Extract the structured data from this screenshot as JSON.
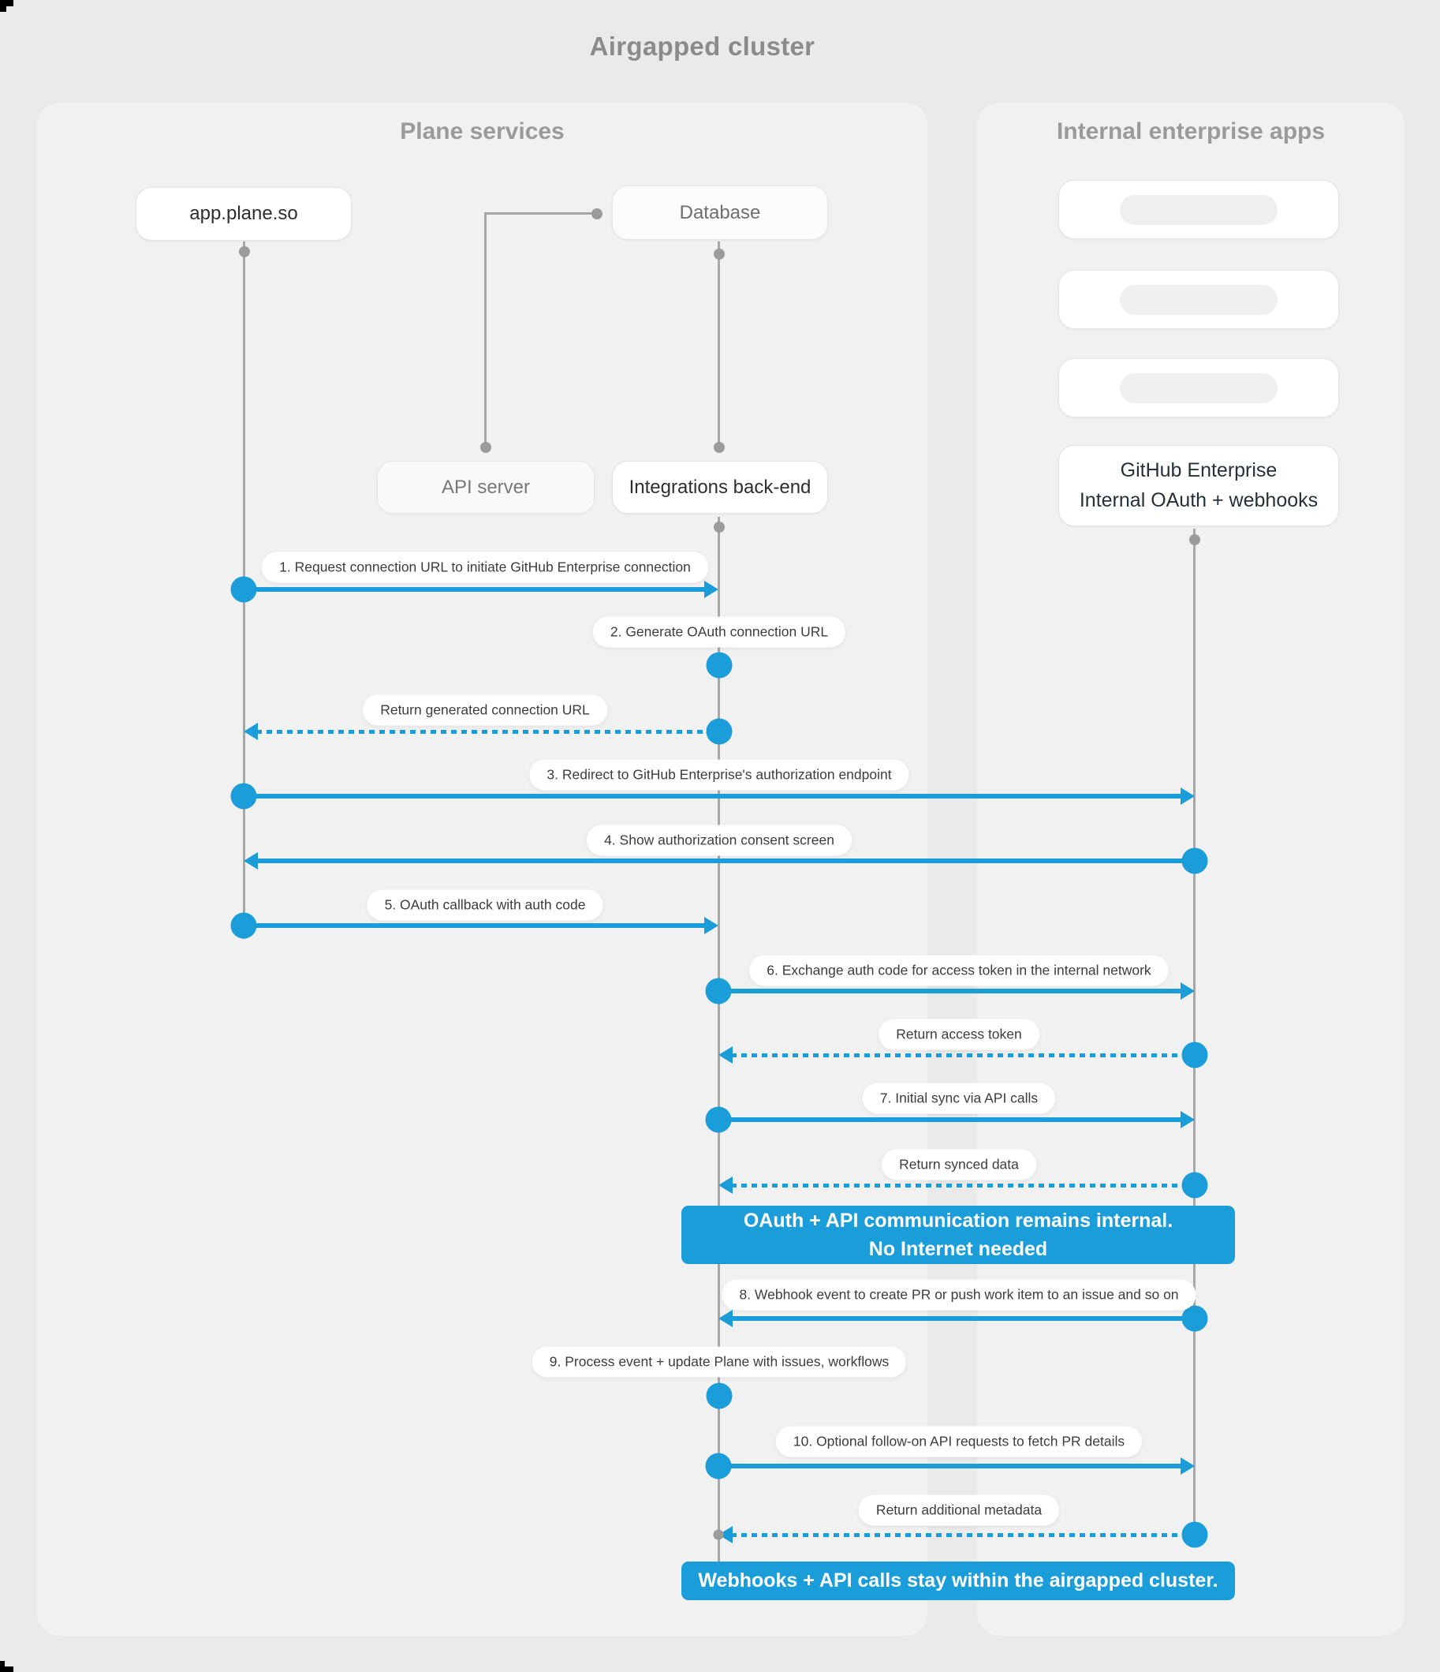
{
  "title": "Airgapped cluster",
  "colors": {
    "accent_blue": "#1b9dd9",
    "page_bg": "#eaeaea",
    "panel_bg": "#f1f1f2"
  },
  "panels": {
    "plane": {
      "heading": "Plane services"
    },
    "internal": {
      "heading": "Internal enterprise apps"
    }
  },
  "actors": {
    "app": {
      "label": "app.plane.so"
    },
    "database": {
      "label": "Database"
    },
    "api_server": {
      "label": "API server"
    },
    "integrations": {
      "label": "Integrations back-end"
    },
    "github": {
      "line1": "GitHub Enterprise",
      "line2": "Internal OAuth + webhooks"
    }
  },
  "placeholder_boxes": {
    "count": 3,
    "note": "empty app cards with gray pill"
  },
  "messages": [
    {
      "label": "1. Request connection URL to initiate GitHub Enterprise connection",
      "from": "app.plane.so",
      "to": "Integrations back-end",
      "style": "solid"
    },
    {
      "label": "2. Generate OAuth connection URL",
      "from": "Integrations back-end",
      "to": "Integrations back-end",
      "style": "self"
    },
    {
      "label": "Return generated connection URL",
      "from": "Integrations back-end",
      "to": "app.plane.so",
      "style": "dashed"
    },
    {
      "label": "3. Redirect to GitHub Enterprise's authorization endpoint",
      "from": "app.plane.so",
      "to": "GitHub Enterprise",
      "style": "solid"
    },
    {
      "label": "4. Show authorization consent screen",
      "from": "GitHub Enterprise",
      "to": "app.plane.so",
      "style": "solid"
    },
    {
      "label": "5. OAuth callback with auth code",
      "from": "app.plane.so",
      "to": "Integrations back-end",
      "style": "solid"
    },
    {
      "label": "6. Exchange auth code for access token in the internal network",
      "from": "Integrations back-end",
      "to": "GitHub Enterprise",
      "style": "solid"
    },
    {
      "label": "Return access token",
      "from": "GitHub Enterprise",
      "to": "Integrations back-end",
      "style": "dashed"
    },
    {
      "label": "7. Initial sync via API calls",
      "from": "Integrations back-end",
      "to": "GitHub Enterprise",
      "style": "solid"
    },
    {
      "label": "Return synced data",
      "from": "GitHub Enterprise",
      "to": "Integrations back-end",
      "style": "dashed"
    },
    {
      "label": "8. Webhook event to create PR  or push work item to an issue  and so on",
      "from": "GitHub Enterprise",
      "to": "Integrations back-end",
      "style": "solid"
    },
    {
      "label": "9. Process event + update Plane with issues, workflows",
      "from": "Integrations back-end",
      "to": "Integrations back-end",
      "style": "self"
    },
    {
      "label": "10. Optional follow-on API requests to fetch PR details",
      "from": "Integrations back-end",
      "to": "GitHub Enterprise",
      "style": "solid"
    },
    {
      "label": "Return additional metadata",
      "from": "GitHub Enterprise",
      "to": "Integrations back-end",
      "style": "dashed"
    }
  ],
  "banners": [
    {
      "line1": "OAuth + API communication remains internal.",
      "line2": "No Internet needed"
    },
    {
      "line1": "Webhooks + API calls stay within the airgapped cluster.",
      "line2": ""
    }
  ]
}
